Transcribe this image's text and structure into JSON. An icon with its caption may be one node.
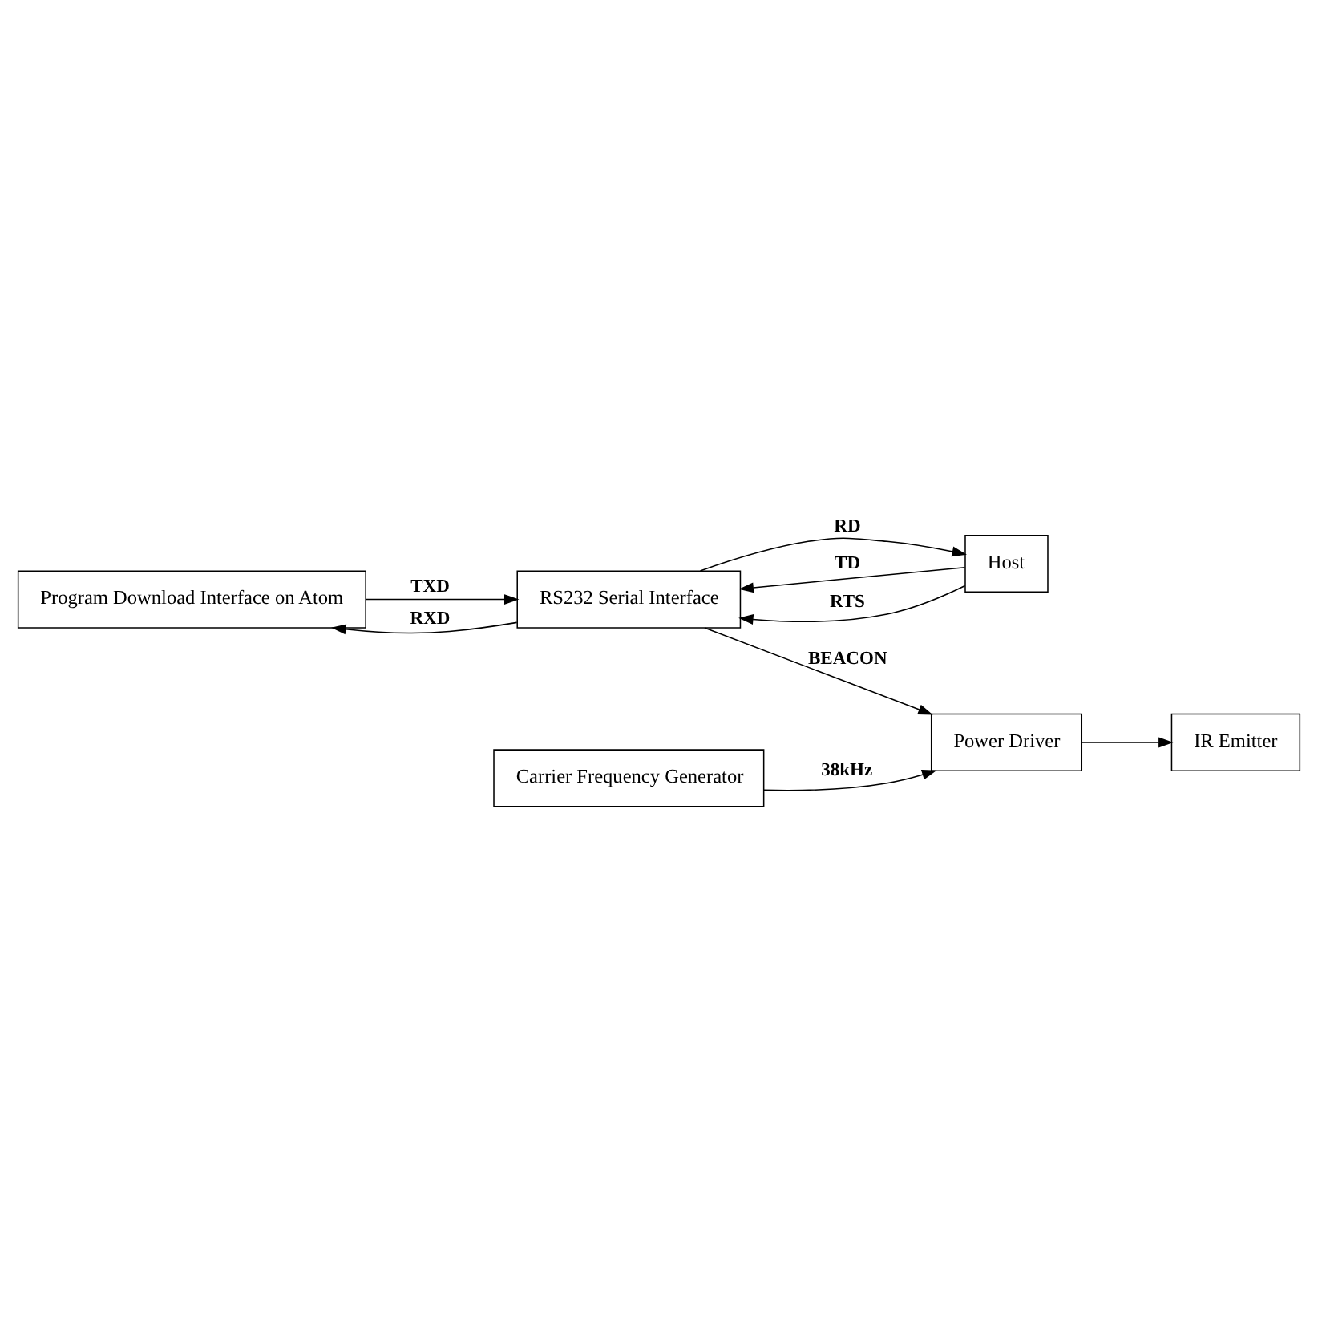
{
  "diagram": {
    "nodes": [
      {
        "text": [
          "Program Download Interface on Atom"
        ]
      },
      {
        "text": [
          "Host"
        ]
      },
      {
        "text": [
          "RS232 Serial Interface"
        ]
      },
      {
        "text": [
          "Carrier Frequency Generator"
        ]
      },
      {
        "text": [
          "Power Driver"
        ]
      },
      {
        "text": [
          "IR Emitter"
        ]
      }
    ],
    "edges": [
      {
        "from": 2,
        "to": 1,
        "arrow": "to",
        "label": "RD"
      },
      {
        "from": 1,
        "to": 2,
        "arrow": "to",
        "label": "TD"
      },
      {
        "from": 1,
        "to": 2,
        "arrow": "to",
        "label": "RTS"
      },
      {
        "from": 0,
        "to": 2,
        "arrow": "to",
        "label": "TXD"
      },
      {
        "from": 2,
        "to": 0,
        "arrow": "to",
        "label": "RXD"
      },
      {
        "from": 2,
        "to": 4,
        "arrow": "to",
        "label": "BEACON"
      },
      {
        "from": 3,
        "to": 4,
        "arrow": "to",
        "label": "38kHz"
      },
      {
        "from": 4,
        "to": 5,
        "arrow": "to"
      }
    ]
  }
}
